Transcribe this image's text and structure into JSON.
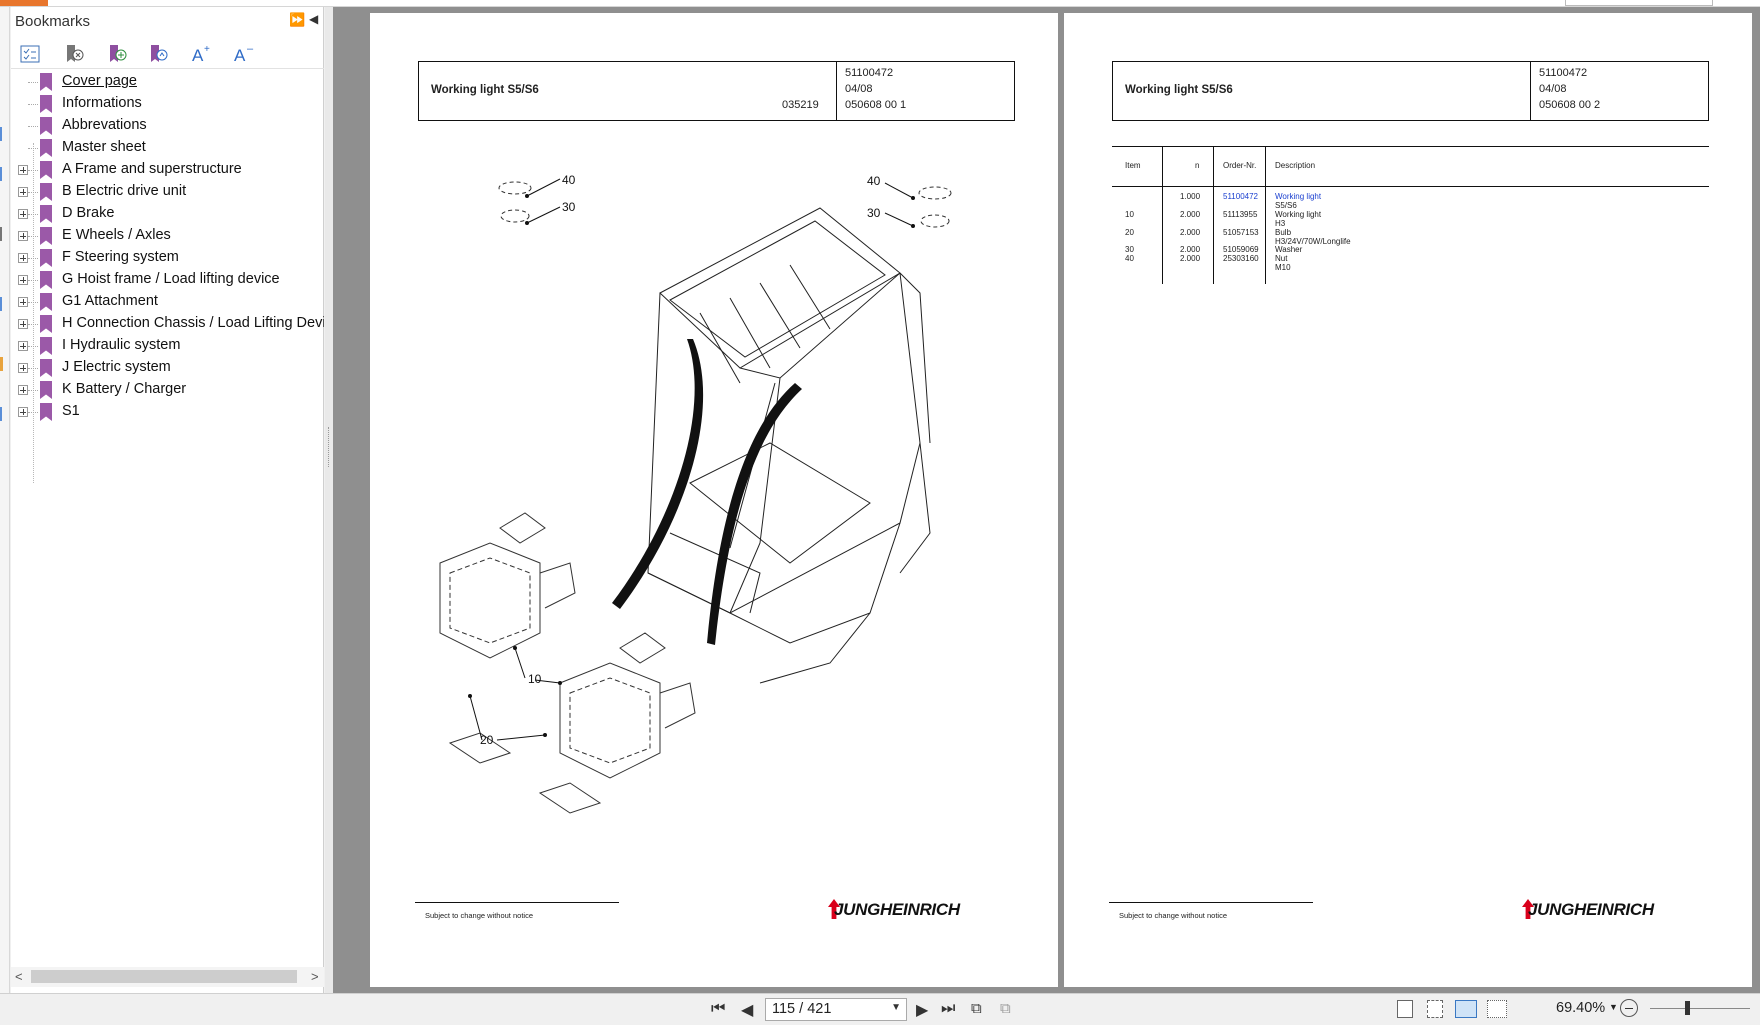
{
  "bookmarks_panel": {
    "title": "Bookmarks",
    "toolbar_icons": [
      "bookmark-options-icon",
      "delete-bookmark-icon",
      "add-bookmark-icon",
      "find-current-bookmark-icon",
      "increase-font-icon",
      "decrease-font-icon"
    ],
    "items": [
      {
        "label": "Cover page",
        "expandable": false,
        "current": true
      },
      {
        "label": "Informations",
        "expandable": false
      },
      {
        "label": "Abbrevations",
        "expandable": false
      },
      {
        "label": "Master sheet",
        "expandable": false
      },
      {
        "label": "A Frame and superstructure",
        "expandable": true
      },
      {
        "label": "B Electric drive unit",
        "expandable": true
      },
      {
        "label": "D Brake",
        "expandable": true
      },
      {
        "label": "E Wheels / Axles",
        "expandable": true
      },
      {
        "label": "F Steering system",
        "expandable": true
      },
      {
        "label": "G Hoist frame / Load lifting device",
        "expandable": true
      },
      {
        "label": "G1 Attachment",
        "expandable": true
      },
      {
        "label": "H Connection Chassis / Load Lifting Devi",
        "expandable": true
      },
      {
        "label": "I Hydraulic system",
        "expandable": true
      },
      {
        "label": "J Electric system",
        "expandable": true
      },
      {
        "label": "K Battery / Charger",
        "expandable": true
      },
      {
        "label": "S1",
        "expandable": true
      }
    ]
  },
  "left_page": {
    "title": "Working light S5/S6",
    "figure_no": "035219",
    "part_no": "51100472",
    "date": "04/08",
    "sheet": "050608 00 1",
    "callouts": [
      "40",
      "30",
      "40",
      "30",
      "10",
      "20"
    ],
    "footer": "Subject to change without notice",
    "logo": "JUNGHEINRICH"
  },
  "right_page": {
    "title": "Working light S5/S6",
    "part_no": "51100472",
    "date": "04/08",
    "sheet": "050608 00 2",
    "table_headers": {
      "item": "Item",
      "n": "n",
      "order": "Order-Nr.",
      "desc": "Description"
    },
    "rows": [
      {
        "item": "",
        "n": "1.000",
        "order": "51100472",
        "desc": "Working light",
        "desc2": "S5/S6",
        "link": true
      },
      {
        "item": "10",
        "n": "2.000",
        "order": "51113955",
        "desc": "Working light",
        "desc2": "H3"
      },
      {
        "item": "20",
        "n": "2.000",
        "order": "51057153",
        "desc": "Bulb",
        "desc2": "H3/24V/70W/Longlife"
      },
      {
        "item": "30",
        "n": "2.000",
        "order": "51059069",
        "desc": "Washer",
        "desc2": ""
      },
      {
        "item": "40",
        "n": "2.000",
        "order": "25303160",
        "desc": "Nut",
        "desc2": "M10"
      }
    ],
    "footer": "Subject to change without notice",
    "logo": "JUNGHEINRICH"
  },
  "navigation": {
    "page_display": "115 / 421",
    "zoom": "69.40%"
  }
}
